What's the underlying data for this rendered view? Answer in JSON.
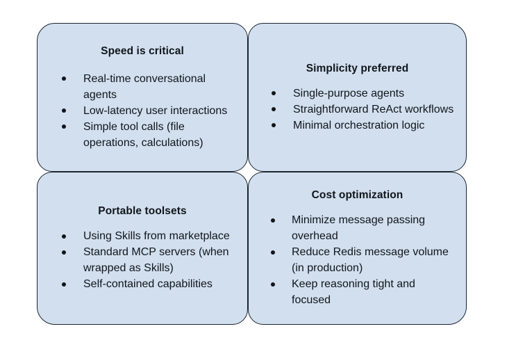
{
  "figure": {
    "layout": "2x2-quadrant-grid",
    "card_fill_color": "#d2dfee",
    "card_border_color": "#1b2430",
    "text_color": "#10151c",
    "background_color": "#ffffff",
    "cards": [
      {
        "id": "speed-is-critical",
        "title": "Speed is critical",
        "bullets": [
          "Real-time conversational agents",
          "Low-latency user interactions",
          "Simple tool calls (file operations, calculations)"
        ]
      },
      {
        "id": "simplicity-preferred",
        "title": "Simplicity preferred",
        "bullets": [
          "Single-purpose agents",
          "Straightforward ReAct workflows",
          "Minimal orchestration logic"
        ]
      },
      {
        "id": "portable-toolsets",
        "title": "Portable toolsets",
        "bullets": [
          "Using Skills from marketplace",
          "Standard MCP servers (when wrapped as Skills)",
          "Self-contained capabilities"
        ]
      },
      {
        "id": "cost-optimization",
        "title": "Cost optimization",
        "bullets": [
          "Minimize message passing overhead",
          "Reduce Redis message volume (in production)",
          "Keep reasoning tight and focused"
        ]
      }
    ]
  }
}
